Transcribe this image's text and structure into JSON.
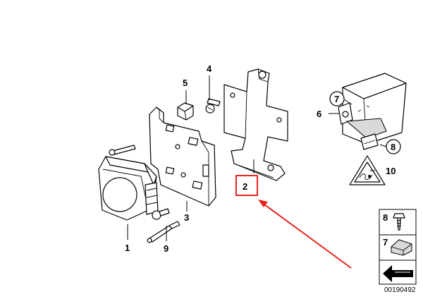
{
  "parts": [
    {
      "no": "1"
    },
    {
      "no": "2"
    },
    {
      "no": "3"
    },
    {
      "no": "4"
    },
    {
      "no": "5"
    },
    {
      "no": "6"
    },
    {
      "no": "7"
    },
    {
      "no": "8"
    },
    {
      "no": "9"
    },
    {
      "no": "10"
    }
  ],
  "legend": {
    "item_8": "8",
    "item_7": "7"
  },
  "diagram_number": "00190492",
  "highlight": {
    "part": "2",
    "color": "#e8231c"
  }
}
